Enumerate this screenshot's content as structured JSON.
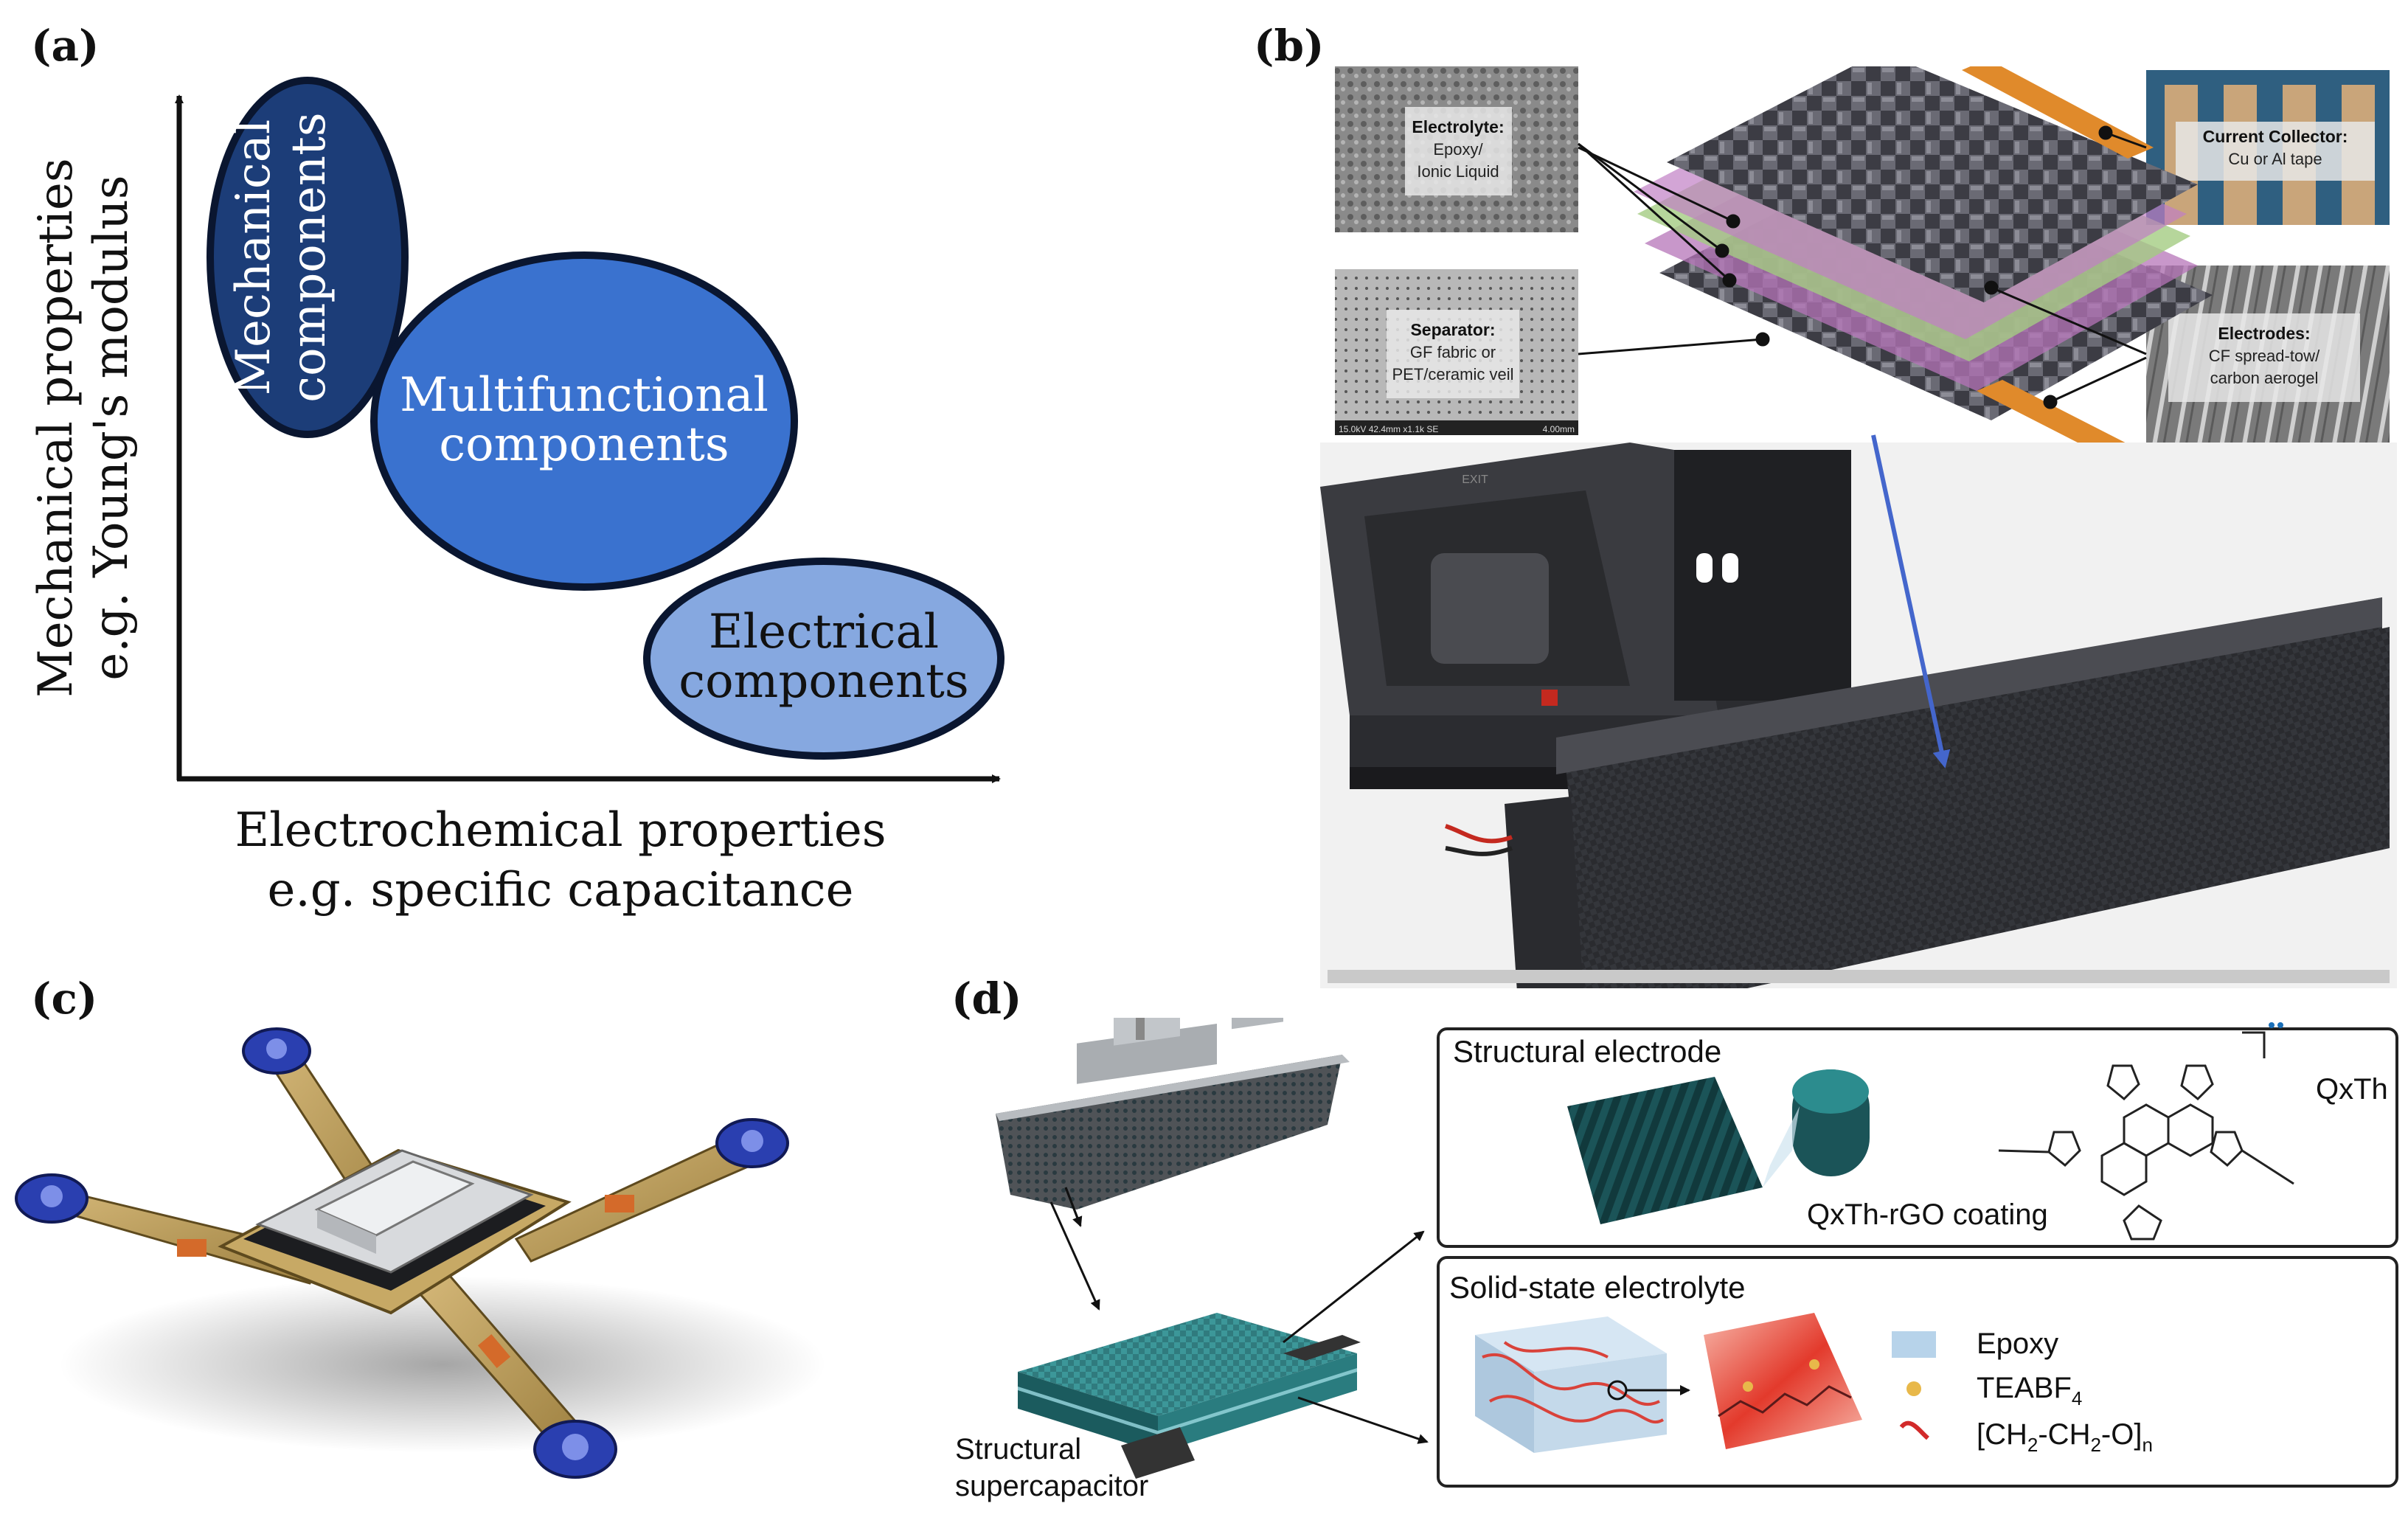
{
  "panels": {
    "a": {
      "label": "(a)",
      "y_axis_line1": "Mechanical properties",
      "y_axis_line2": "e.g. Young's modulus",
      "x_axis_line1": "Electrochemical properties",
      "x_axis_line2": "e.g. specific capacitance",
      "ellipses": [
        {
          "line1": "Mechanical",
          "line2": "components",
          "fill": "#1c3d78"
        },
        {
          "line1": "Multifunctional",
          "line2": "components",
          "fill": "#3a72cf"
        },
        {
          "line1": "Electrical",
          "line2": "components",
          "fill": "#86a8e0"
        }
      ]
    },
    "b": {
      "label": "(b)",
      "callouts": [
        {
          "title": "Electrolyte:",
          "line2": "Epoxy/",
          "line3": "Ionic Liquid"
        },
        {
          "title": "Separator:",
          "line2": "GF fabric or",
          "line3": "PET/ceramic veil"
        },
        {
          "title": "Current Collector:",
          "line2": "Cu or Al tape",
          "line3": ""
        },
        {
          "title": "Electrodes:",
          "line2": "CF spread-tow/",
          "line3": "carbon aerogel"
        }
      ],
      "micro_caption": "15.0kV 42.4mm x1.1k SE",
      "scale_caption": "4.00mm",
      "stand_logo": "EXIT"
    },
    "c": {
      "label": "(c)"
    },
    "d": {
      "label": "(d)",
      "device_label_line1": "Structural",
      "device_label_line2": "supercapacitor",
      "box1_title": "Structural electrode",
      "coating_label": "QxTh-rGO coating",
      "molecule_label": "QxTh",
      "box2_title": "Solid-state electrolyte",
      "legend": [
        {
          "label": "Epoxy",
          "color": "#b7d3ea"
        },
        {
          "label": "TEABF",
          "sub": "4",
          "color": "#e8b84a"
        },
        {
          "label": "[CH",
          "color": "#d22a2a"
        }
      ],
      "polymer_formula_parts": [
        "[CH",
        "2",
        "-CH",
        "2",
        "-O]",
        "n"
      ]
    }
  }
}
